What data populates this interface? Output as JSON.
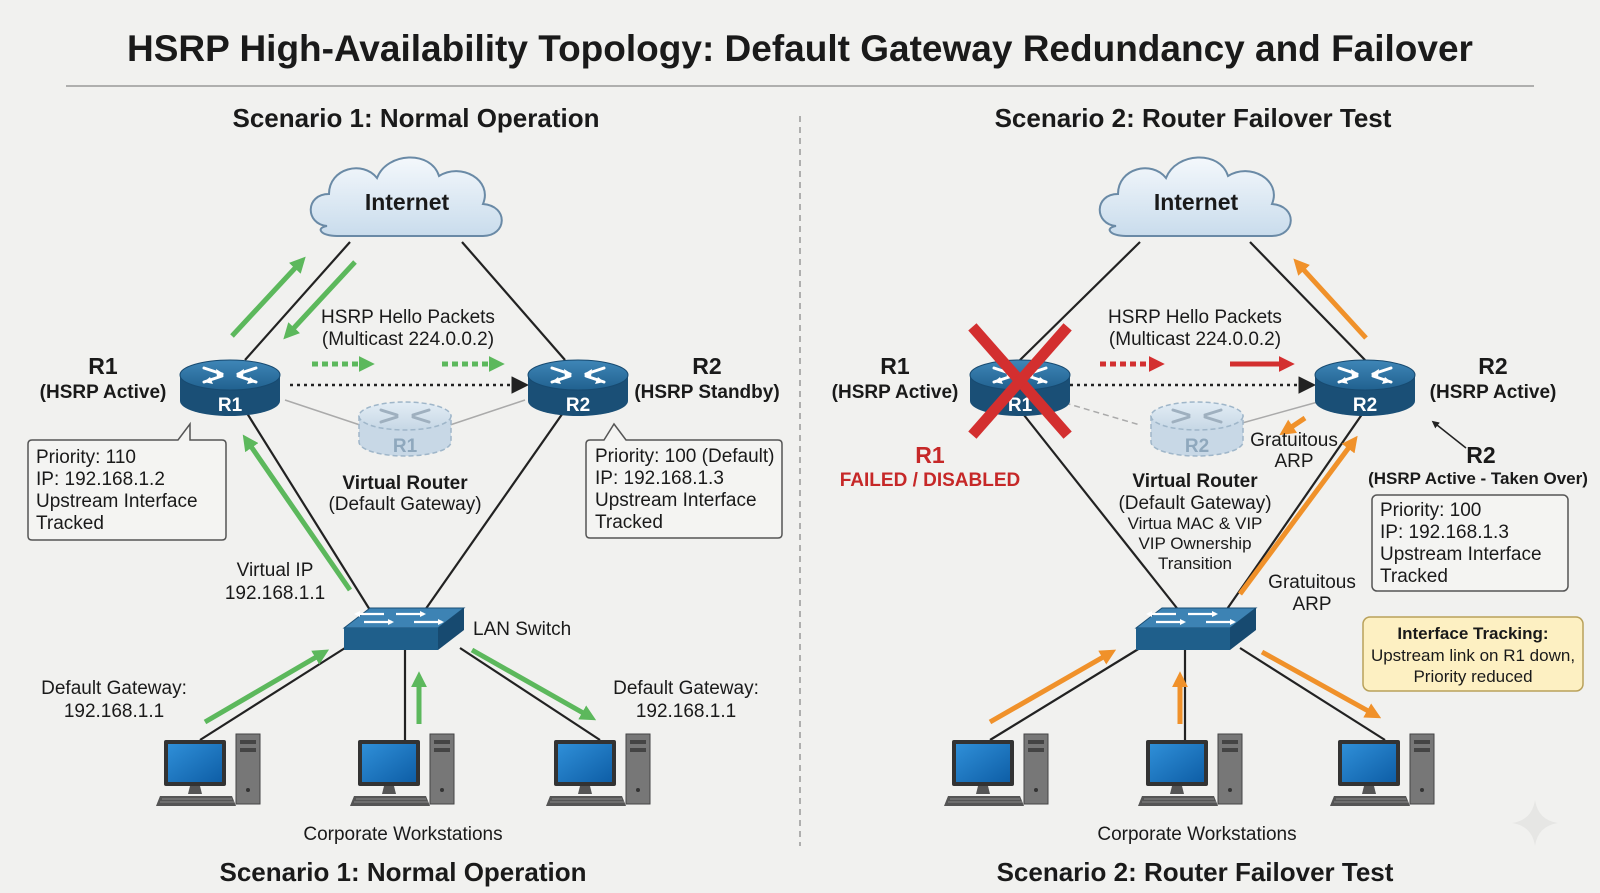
{
  "title": "HSRP High-Availability Topology: Default Gateway Redundancy and Failover",
  "scenario1": {
    "heading": "Scenario 1: Normal Operation",
    "footer": "Scenario 1: Normal Operation",
    "internet": "Internet",
    "hello_line1": "HSRP Hello Packets",
    "hello_line2": "(Multicast 224.0.0.2)",
    "r1": {
      "name": "R1",
      "role": "(HSRP Active)",
      "badge": "R1"
    },
    "r2": {
      "name": "R2",
      "role": "(HSRP Standby)",
      "badge": "R2"
    },
    "vr_badge": "R1",
    "vr_title": "Virtual Router",
    "vr_sub": "(Default Gateway)",
    "r1_info": [
      "Priority: 110",
      "IP: 192.168.1.2",
      "Upstream Interface",
      "Tracked"
    ],
    "r2_info": [
      "Priority: 100 (Default)",
      "IP: 192.168.1.3",
      "Upstream Interface",
      "Tracked"
    ],
    "vip_line1": "Virtual IP",
    "vip_line2": "192.168.1.1",
    "switch": "LAN Switch",
    "gw_left_1": "Default Gateway:",
    "gw_left_2": "192.168.1.1",
    "gw_right_1": "Default Gateway:",
    "gw_right_2": "192.168.1.1",
    "workstations": "Corporate Workstations"
  },
  "scenario2": {
    "heading": "Scenario 2: Router Failover Test",
    "footer": "Scenario 2: Router Failover Test",
    "internet": "Internet",
    "hello_line1": "HSRP Hello Packets",
    "hello_line2": "(Multicast 224.0.0.2)",
    "r1": {
      "name": "R1",
      "role": "(HSRP Active)",
      "badge": "R1"
    },
    "r1_failed_name": "R1",
    "r1_failed": "FAILED / DISABLED",
    "r2": {
      "name": "R2",
      "role": "(HSRP Active)",
      "badge": "R2"
    },
    "r2_takeover_name": "R2",
    "r2_takeover_role": "(HSRP Active - Taken Over)",
    "vr_badge": "R2",
    "vr_title": "Virtual Router",
    "vr_sub": "(Default Gateway)",
    "vr_line3": "Virtua MAC & VIP",
    "vr_line4": "VIP Ownership",
    "vr_line5": "Transition",
    "garp1_line1": "Gratuitous",
    "garp1_line2": "ARP",
    "garp2_line1": "Gratuitous",
    "garp2_line2": "ARP",
    "r2_info": [
      "Priority: 100",
      "IP: 192.168.1.3",
      "Upstream Interface",
      "Tracked"
    ],
    "tracking_title": "Interface Tracking:",
    "tracking_line1": "Upstream link on R1 down,",
    "tracking_line2": "Priority reduced",
    "workstations": "Corporate Workstations"
  },
  "colors": {
    "router": "#1f5f8b",
    "green_arrow": "#5cb85c",
    "orange_arrow": "#f0912a",
    "red_arrow": "#d32f2f",
    "note_fill": "#fdf0c2"
  }
}
